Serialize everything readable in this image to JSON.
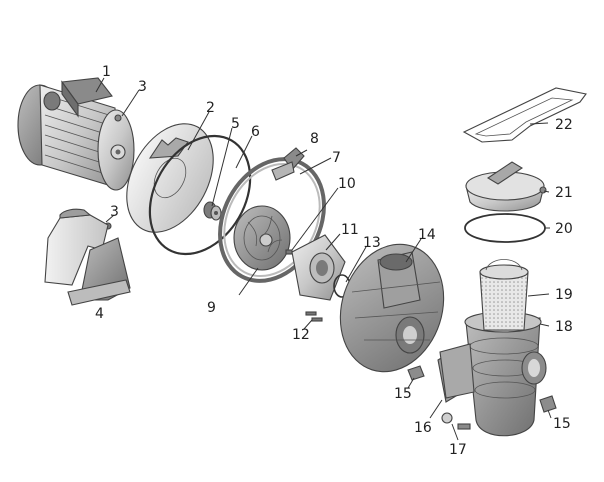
{
  "figure": {
    "title": "",
    "colors": {
      "part_fill": "#cfcfcf",
      "part_dark": "#9a9a9a",
      "part_light": "#e6e6e6",
      "outline": "#444444",
      "label": "#222222"
    }
  },
  "callouts": [
    {
      "id": "motor",
      "label": "1"
    },
    {
      "id": "front-plate",
      "label": "2"
    },
    {
      "id": "screw-top",
      "label": "3"
    },
    {
      "id": "screw-base",
      "label": "3"
    },
    {
      "id": "base",
      "label": "4"
    },
    {
      "id": "shaft-seal",
      "label": "5"
    },
    {
      "id": "o-ring-large",
      "label": "6"
    },
    {
      "id": "clamp-ring",
      "label": "7"
    },
    {
      "id": "clamp-knob",
      "label": "8"
    },
    {
      "id": "impeller",
      "label": "9"
    },
    {
      "id": "impeller-screw",
      "label": "10"
    },
    {
      "id": "diffuser",
      "label": "11"
    },
    {
      "id": "diffuser-screws",
      "label": "12"
    },
    {
      "id": "o-ring-small",
      "label": "13"
    },
    {
      "id": "pump-housing",
      "label": "14"
    },
    {
      "id": "drain-plug-left",
      "label": "15"
    },
    {
      "id": "drain-plug-right",
      "label": "15"
    },
    {
      "id": "gasket",
      "label": "16"
    },
    {
      "id": "bolts",
      "label": "17"
    },
    {
      "id": "prefilter-body",
      "label": "18"
    },
    {
      "id": "basket",
      "label": "19"
    },
    {
      "id": "lid-o-ring",
      "label": "20"
    },
    {
      "id": "lid",
      "label": "21"
    },
    {
      "id": "lid-wrench",
      "label": "22"
    }
  ]
}
